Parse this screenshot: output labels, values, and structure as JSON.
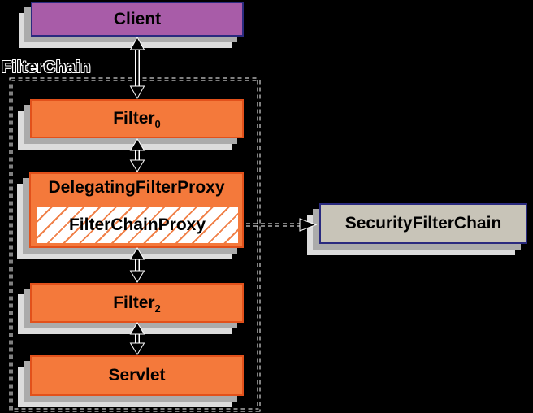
{
  "diagram": {
    "container_label": "FilterChain",
    "nodes": {
      "client": {
        "label": "Client"
      },
      "filter0": {
        "label": "Filter",
        "subscript": "0"
      },
      "delegating_filter_proxy": {
        "label": "DelegatingFilterProxy"
      },
      "filter_chain_proxy": {
        "label": "FilterChainProxy"
      },
      "filter2": {
        "label": "Filter",
        "subscript": "2"
      },
      "servlet": {
        "label": "Servlet"
      },
      "security_filter_chain": {
        "label": "SecurityFilterChain"
      }
    },
    "connections": [
      {
        "from": "Client",
        "to": "Filter0",
        "type": "bidirectional-arrow"
      },
      {
        "from": "Filter0",
        "to": "DelegatingFilterProxy",
        "type": "bidirectional-arrow"
      },
      {
        "from": "DelegatingFilterProxy",
        "to": "Filter2",
        "type": "bidirectional-arrow"
      },
      {
        "from": "Filter2",
        "to": "Servlet",
        "type": "bidirectional-arrow"
      },
      {
        "from": "FilterChainProxy",
        "to": "SecurityFilterChain",
        "type": "dashed-arrow"
      }
    ],
    "colors": {
      "background": "#000000",
      "client_fill": "#a85ca8",
      "orange_fill": "#f4793b",
      "orange_border": "#e2511b",
      "navy_border": "#2a2a7f",
      "security_fill": "#c8c4b8",
      "shadow_near": "#ababab",
      "shadow_far": "#dcdcdc",
      "hatch_line": "#f08048",
      "text": "#000000"
    }
  }
}
